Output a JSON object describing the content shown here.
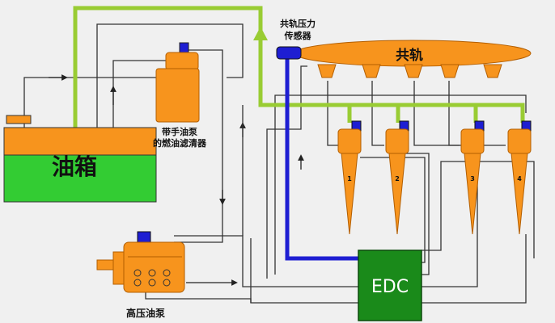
{
  "labels": {
    "tank": "油箱",
    "rail": "共轨",
    "pressure_sensor_line1": "共轨压力",
    "pressure_sensor_line2": "传感器",
    "filter_line1": "带手油泵",
    "filter_line2": "的燃油滤清器",
    "hp_pump": "高压油泵",
    "edc": "EDC"
  },
  "injectors": [
    {
      "number": "1"
    },
    {
      "number": "2"
    },
    {
      "number": "3"
    },
    {
      "number": "4"
    }
  ],
  "colors": {
    "background": "#f0f0f0",
    "orange": "#f7941d",
    "orange_dark": "#b35e00",
    "tank_fuel_green": "#33cc33",
    "edc_green": "#1a8a1a",
    "low_pressure_line": "#99cc33",
    "sensor_signal": "#1e1ed2",
    "line": "#333333"
  }
}
